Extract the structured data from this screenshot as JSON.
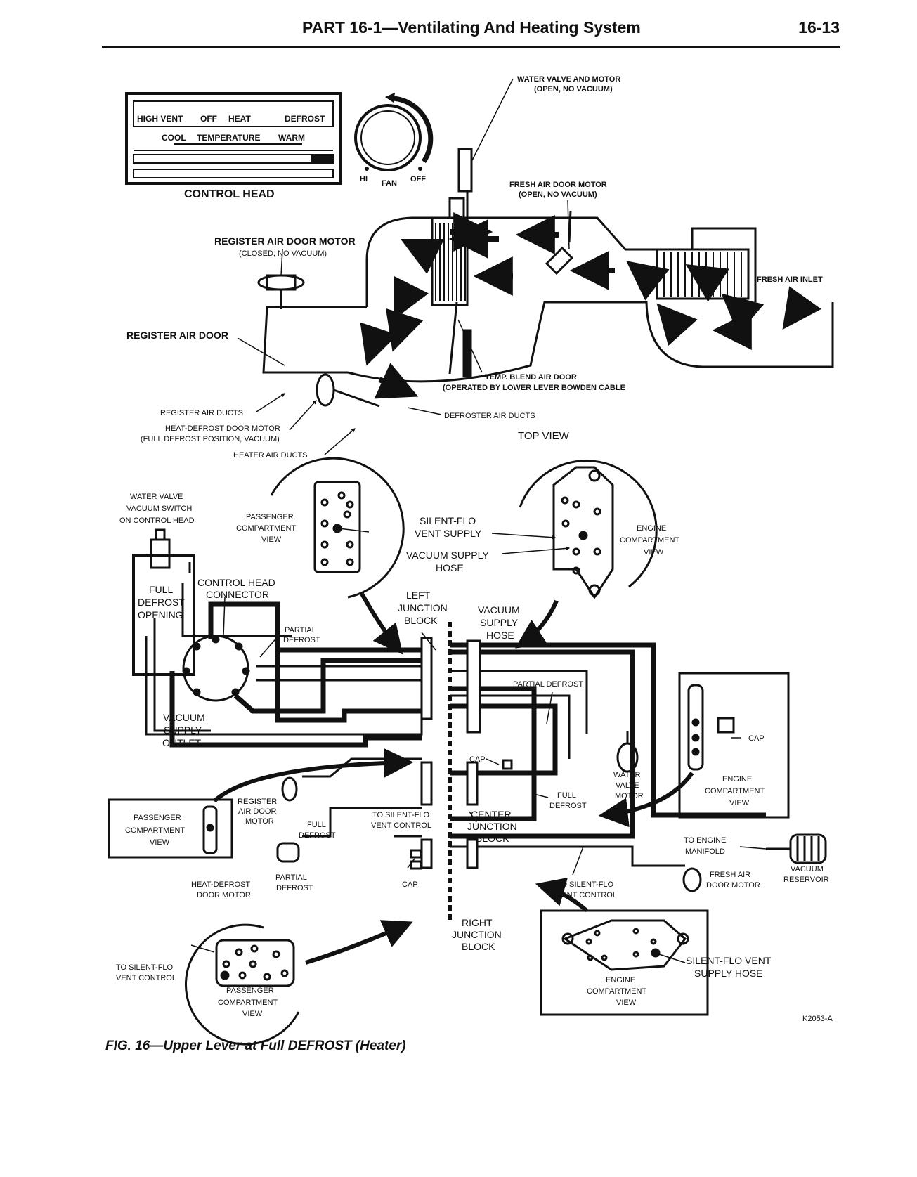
{
  "header": {
    "title": "PART 16-1—Ventilating And Heating System",
    "page_number": "16-13"
  },
  "control_head": {
    "top_row": [
      "HIGH VENT",
      "OFF",
      "HEAT",
      "DEFROST"
    ],
    "temp_row": [
      "COOL",
      "TEMPERATURE",
      "WARM"
    ],
    "label": "CONTROL HEAD",
    "fan_labels": [
      "HI",
      "FAN",
      "OFF"
    ]
  },
  "top_view": {
    "water_valve_motor": [
      "WATER VALVE AND MOTOR",
      "(OPEN, NO VACUUM)"
    ],
    "fresh_air_door_motor": [
      "FRESH AIR DOOR MOTOR",
      "(OPEN, NO VACUUM)"
    ],
    "register_air_door_motor": [
      "REGISTER AIR DOOR MOTOR",
      "(CLOSED, NO VACUUM)"
    ],
    "fresh_air_inlet": "FRESH AIR INLET",
    "register_air_door": "REGISTER AIR DOOR",
    "temp_blend_air_door": [
      "TEMP. BLEND AIR DOOR",
      "(OPERATED BY LOWER LEVER BOWDEN CABLE"
    ],
    "register_air_ducts": "REGISTER AIR DUCTS",
    "heat_defrost_door_motor": [
      "HEAT-DEFROST DOOR MOTOR",
      "(FULL DEFROST POSITION, VACUUM)"
    ],
    "defroster_air_ducts": "DEFROSTER AIR DUCTS",
    "heater_air_ducts": "HEATER AIR DUCTS",
    "view_label": "TOP VIEW"
  },
  "vacuum_diagram": {
    "water_valve_vacuum_switch": [
      "WATER VALVE",
      "VACUUM SWITCH",
      "ON CONTROL HEAD"
    ],
    "passenger_compartment_view_top": [
      "PASSENGER",
      "COMPARTMENT",
      "VIEW"
    ],
    "silent_flo_vent_supply": [
      "SILENT-FLO",
      "VENT SUPPLY"
    ],
    "vacuum_supply_hose": [
      "VACUUM SUPPLY",
      "HOSE"
    ],
    "engine_compartment_view_top": [
      "ENGINE",
      "COMPARTMENT",
      "VIEW"
    ],
    "full_defrost_opening": [
      "FULL",
      "DEFROST",
      "OPENING"
    ],
    "control_head_connector": [
      "CONTROL HEAD",
      "CONNECTOR"
    ],
    "partial_defrost_1": [
      "PARTIAL",
      "DEFROST"
    ],
    "left_junction_block": [
      "LEFT",
      "JUNCTION",
      "BLOCK"
    ],
    "vacuum_supply_hose_2": [
      "VACUUM",
      "SUPPLY",
      "HOSE"
    ],
    "partial_defrost_2": "PARTIAL DEFROST",
    "vacuum_supply_outlet": [
      "VACUUM",
      "SUPPLY",
      "OUTLET"
    ],
    "cap_1": "CAP",
    "engine_compartment_view_right": [
      "ENGINE",
      "COMPARTMENT",
      "VIEW"
    ],
    "cap_2": "CAP",
    "water_valve_motor": [
      "WATER",
      "VALVE",
      "MOTOR"
    ],
    "register_air_door_motor": [
      "REGISTER",
      "AIR DOOR",
      "MOTOR"
    ],
    "full_defrost_1": [
      "FULL",
      "DEFROST"
    ],
    "passenger_compartment_view_mid": [
      "PASSENGER",
      "COMPARTMENT",
      "VIEW"
    ],
    "full_defrost_2": [
      "FULL",
      "DEFROST"
    ],
    "to_silent_flo_vent_control_1": [
      "TO SILENT-FLO",
      "VENT CONTROL"
    ],
    "center_junction_block": [
      "CENTER",
      "JUNCTION",
      "BLOCK"
    ],
    "to_engine_manifold": [
      "TO ENGINE",
      "MANIFOLD"
    ],
    "vacuum_reservoir": [
      "VACUUM",
      "RESERVOIR"
    ],
    "heat_defrost_door_motor": [
      "HEAT-DEFROST",
      "DOOR MOTOR"
    ],
    "partial_defrost_3": [
      "PARTIAL",
      "DEFROST"
    ],
    "cap_3": "CAP",
    "to_silent_flo_vent_control_2": [
      "TO SILENT-FLO",
      "VENT CONTROL"
    ],
    "fresh_air_door_motor": [
      "FRESH AIR",
      "DOOR MOTOR"
    ],
    "right_junction_block": [
      "RIGHT",
      "JUNCTION",
      "BLOCK"
    ],
    "to_silent_flo_vent_control_3": [
      "TO SILENT-FLO",
      "VENT CONTROL"
    ],
    "passenger_compartment_view_bottom": [
      "PASSENGER",
      "COMPARTMENT",
      "VIEW"
    ],
    "silent_flo_vent_supply_hose": [
      "SILENT-FLO VENT",
      "SUPPLY HOSE"
    ],
    "engine_compartment_view_bottom": [
      "ENGINE",
      "COMPARTMENT",
      "VIEW"
    ]
  },
  "figure_code": "K2053-A",
  "caption": "FIG. 16—Upper Lever at Full DEFROST  (Heater)"
}
